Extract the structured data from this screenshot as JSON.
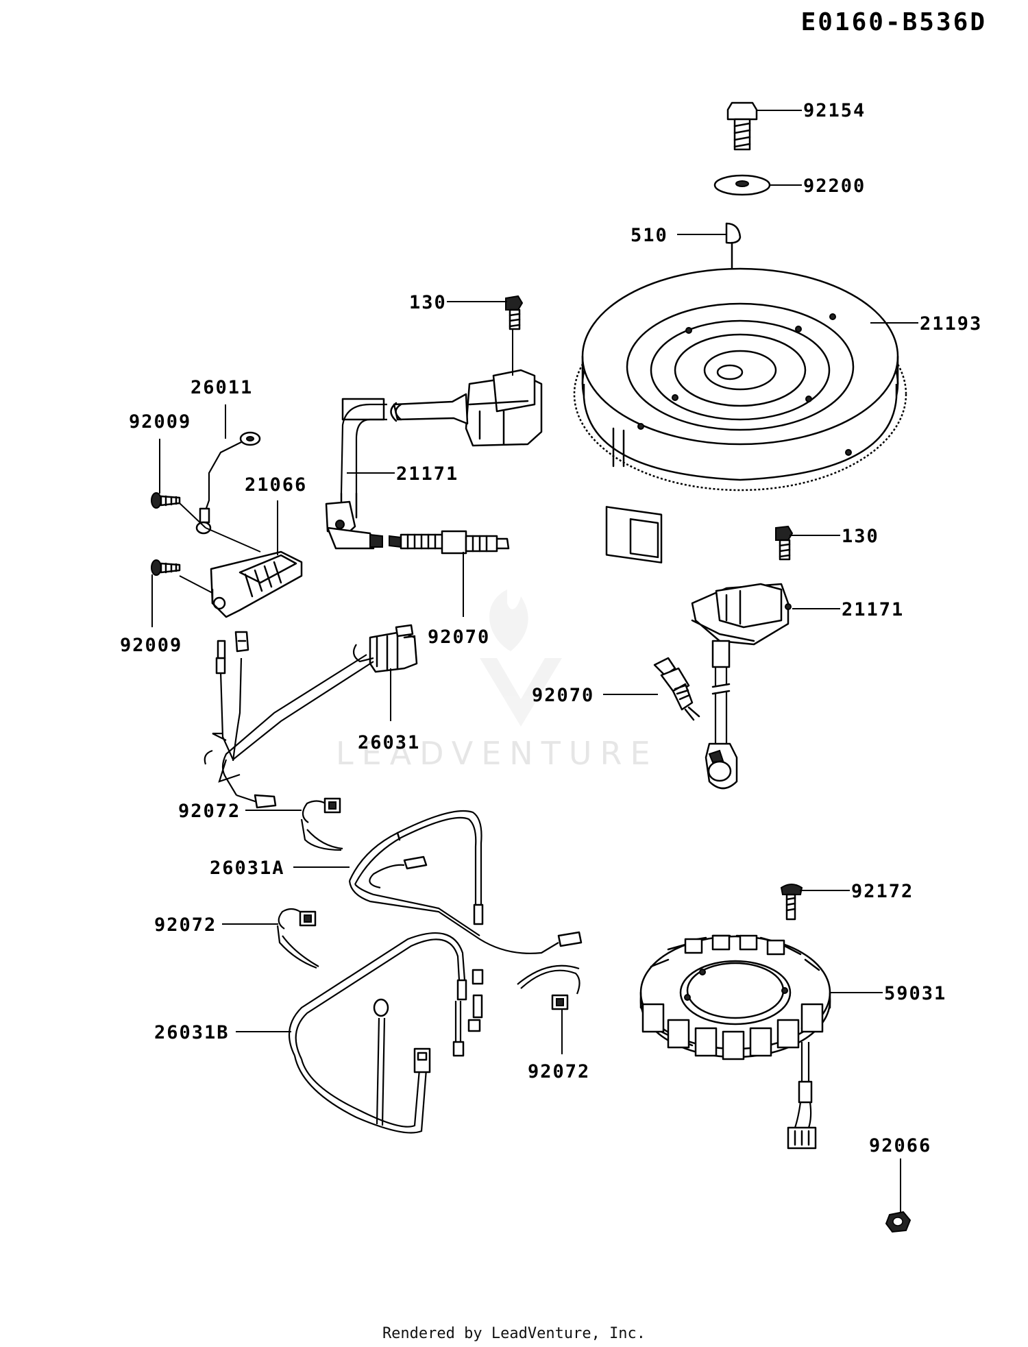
{
  "diagram_code": "E0160-B536D",
  "watermark": "LEADVENTURE",
  "footer": "Rendered by LeadVenture, Inc.",
  "parts": [
    {
      "key": "p92154",
      "label": "92154"
    },
    {
      "key": "p92200",
      "label": "92200"
    },
    {
      "key": "p510",
      "label": "510"
    },
    {
      "key": "p130a",
      "label": "130"
    },
    {
      "key": "p21193",
      "label": "21193"
    },
    {
      "key": "p26011",
      "label": "26011"
    },
    {
      "key": "p92009a",
      "label": "92009"
    },
    {
      "key": "p21171a",
      "label": "21171"
    },
    {
      "key": "p21066",
      "label": "21066"
    },
    {
      "key": "p92009b",
      "label": "92009"
    },
    {
      "key": "p92070a",
      "label": "92070"
    },
    {
      "key": "p130b",
      "label": "130"
    },
    {
      "key": "p21171b",
      "label": "21171"
    },
    {
      "key": "p92070b",
      "label": "92070"
    },
    {
      "key": "p26031",
      "label": "26031"
    },
    {
      "key": "p92072a",
      "label": "92072"
    },
    {
      "key": "p26031A",
      "label": "26031A"
    },
    {
      "key": "p92072b",
      "label": "92072"
    },
    {
      "key": "p92172",
      "label": "92172"
    },
    {
      "key": "p59031",
      "label": "59031"
    },
    {
      "key": "p26031B",
      "label": "26031B"
    },
    {
      "key": "p92072c",
      "label": "92072"
    },
    {
      "key": "p92066",
      "label": "92066"
    }
  ]
}
